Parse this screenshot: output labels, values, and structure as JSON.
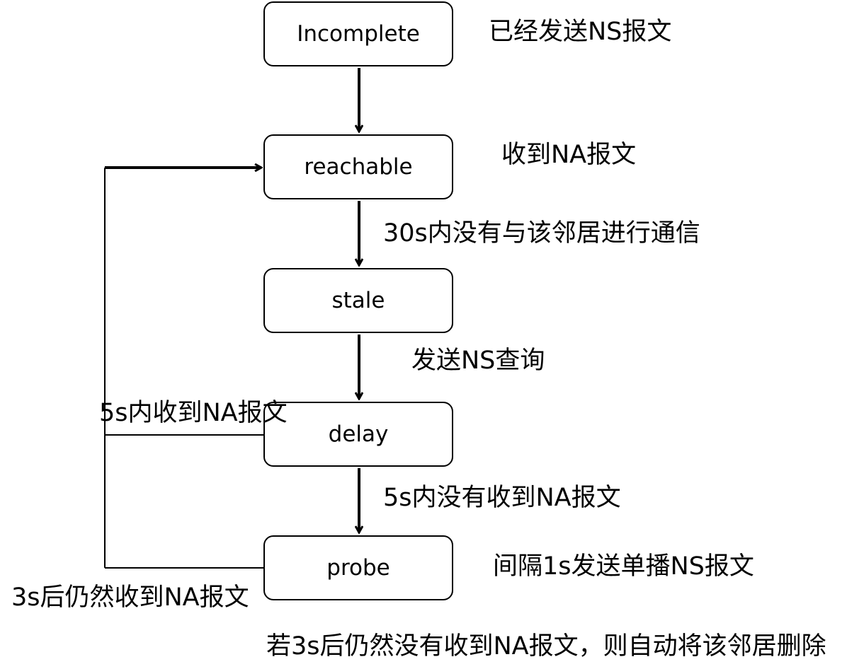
{
  "states": {
    "incomplete": "Incomplete",
    "reachable": "reachable",
    "stale": "stale",
    "delay": "delay",
    "probe": "probe"
  },
  "notes": {
    "incomplete": "已经发送NS报文",
    "reachable": "收到NA报文",
    "reachable_to_stale": "30s内没有与该邻居进行通信",
    "stale_to_delay": "发送NS查询",
    "delay_to_reachable": "5s内收到NA报文",
    "delay_to_probe": "5s内没有收到NA报文",
    "probe": "间隔1s发送单播NS报文",
    "probe_to_reachable": "3s后仍然收到NA报文",
    "probe_delete": "若3s后仍然没有收到NA报文，则自动将该邻居删除"
  },
  "colors": {
    "line": "#000000",
    "background": "#ffffff"
  }
}
